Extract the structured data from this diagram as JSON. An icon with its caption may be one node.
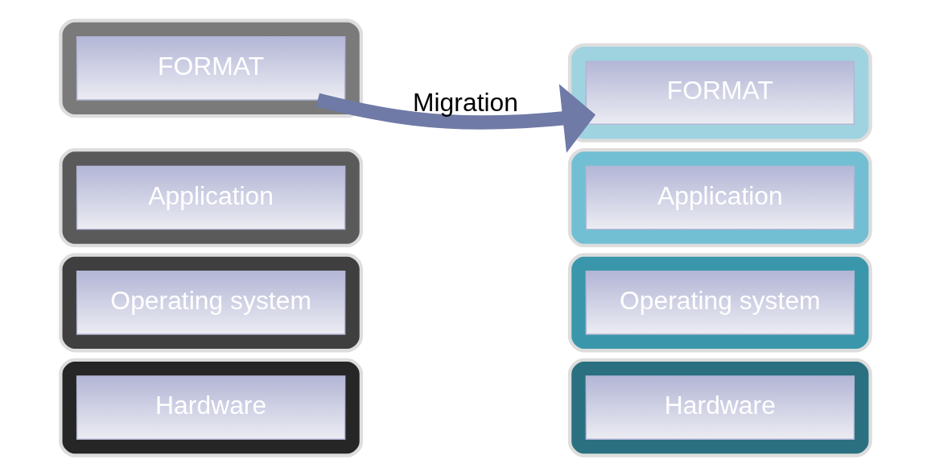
{
  "diagram": {
    "nodes": [
      {
        "text": [],
        "shape": "bar"
      },
      {
        "text": [
          "FORMAT"
        ],
        "in": 0
      },
      {
        "text": [],
        "shape": "bar"
      },
      {
        "text": [
          "Application"
        ],
        "in": 2
      },
      {
        "text": [],
        "shape": "bar"
      },
      {
        "text": [
          "Operating system"
        ],
        "in": 4
      },
      {
        "text": [],
        "shape": "bar"
      },
      {
        "text": [
          "Hardware"
        ],
        "in": 6
      },
      {
        "text": [],
        "shape": "bar"
      },
      {
        "text": [
          "FORMAT"
        ],
        "in": 8
      },
      {
        "text": [],
        "shape": "bar"
      },
      {
        "text": [
          "Application"
        ],
        "in": 10
      },
      {
        "text": [],
        "shape": "bar"
      },
      {
        "text": [
          "Operating system"
        ],
        "in": 12
      },
      {
        "text": [],
        "shape": "bar"
      },
      {
        "text": [
          "Hardware"
        ],
        "in": 14
      }
    ],
    "edges": [
      {
        "from": 1,
        "to": 9,
        "arrow": "to",
        "label": "Migration"
      }
    ]
  }
}
